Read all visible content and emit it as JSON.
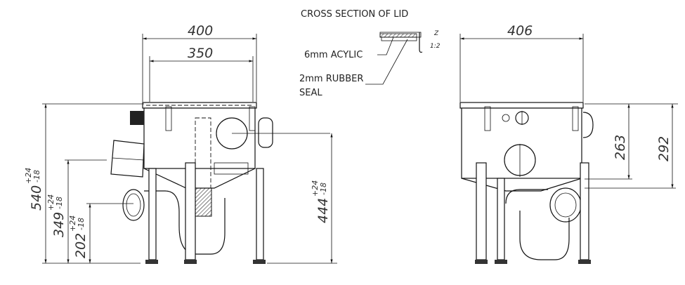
{
  "title": "CROSS SECTION OF LID",
  "lid_section": {
    "acrylic_label": "6mm ACYLIC",
    "rubber_label_line1": "2mm RUBBER",
    "rubber_label_line2": "SEAL",
    "detail_mark": "Z",
    "detail_scale": "1:2"
  },
  "front_view": {
    "width_outer": "400",
    "width_inner": "350",
    "height_total": "540",
    "height_inlet": "349",
    "height_outlet": "202",
    "height_side": "444",
    "tol_plus": "+24",
    "tol_minus": "-18"
  },
  "side_view": {
    "width": "406",
    "height_263": "263",
    "height_292": "292"
  }
}
